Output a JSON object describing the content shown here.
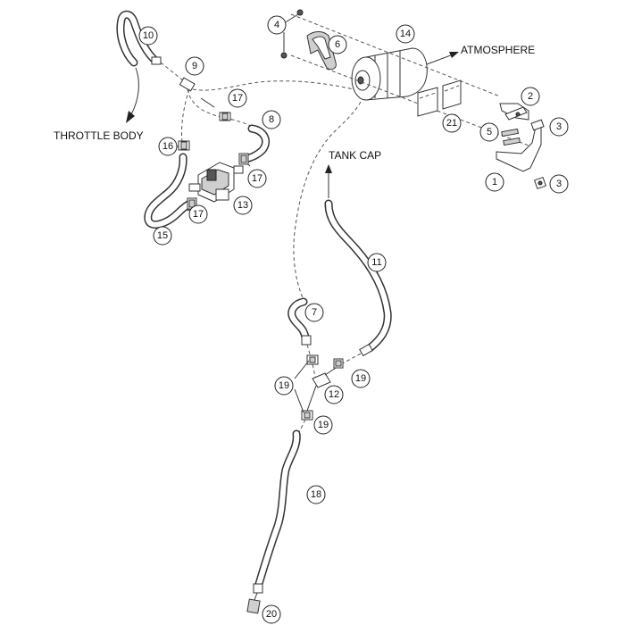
{
  "labels": {
    "throttle_body": "THROTTLE BODY",
    "tank_cap": "TANK CAP",
    "atmosphere": "ATMOSPHERE"
  },
  "callouts": {
    "c1": "1",
    "c2": "2",
    "c3a": "3",
    "c3b": "3",
    "c4": "4",
    "c5": "5",
    "c6": "6",
    "c7": "7",
    "c8": "8",
    "c9": "9",
    "c10": "10",
    "c11": "11",
    "c12": "12",
    "c13": "13",
    "c14": "14",
    "c15": "15",
    "c16": "16",
    "c17a": "17",
    "c17b": "17",
    "c17c": "17",
    "c18": "18",
    "c19a": "19",
    "c19b": "19",
    "c19c": "19",
    "c20": "20",
    "c21": "21"
  }
}
